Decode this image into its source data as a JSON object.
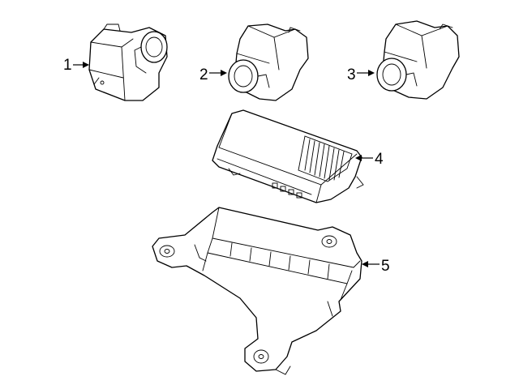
{
  "parts": [
    {
      "number": "1",
      "icon": "camera-sensor-icon"
    },
    {
      "number": "2",
      "icon": "camera-sensor-icon"
    },
    {
      "number": "3",
      "icon": "camera-sensor-icon"
    },
    {
      "number": "4",
      "icon": "control-module-icon"
    },
    {
      "number": "5",
      "icon": "mounting-bracket-icon"
    }
  ]
}
